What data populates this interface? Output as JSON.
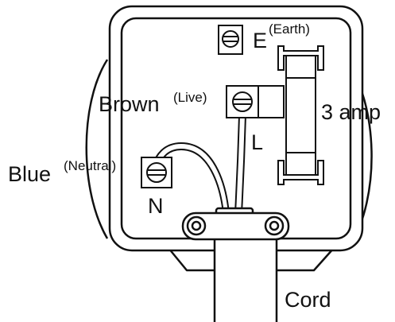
{
  "labels": {
    "earth_letter": "E",
    "earth_note": "(Earth)",
    "brown": "Brown",
    "brown_note": "(Live)",
    "live_letter": "L",
    "fuse_rating": "3 amp",
    "blue": "Blue",
    "blue_note": "(Neutral)",
    "neutral_letter": "N",
    "cord": "Cord"
  },
  "colors": {
    "line": "#111111",
    "fill": "#ffffff"
  }
}
